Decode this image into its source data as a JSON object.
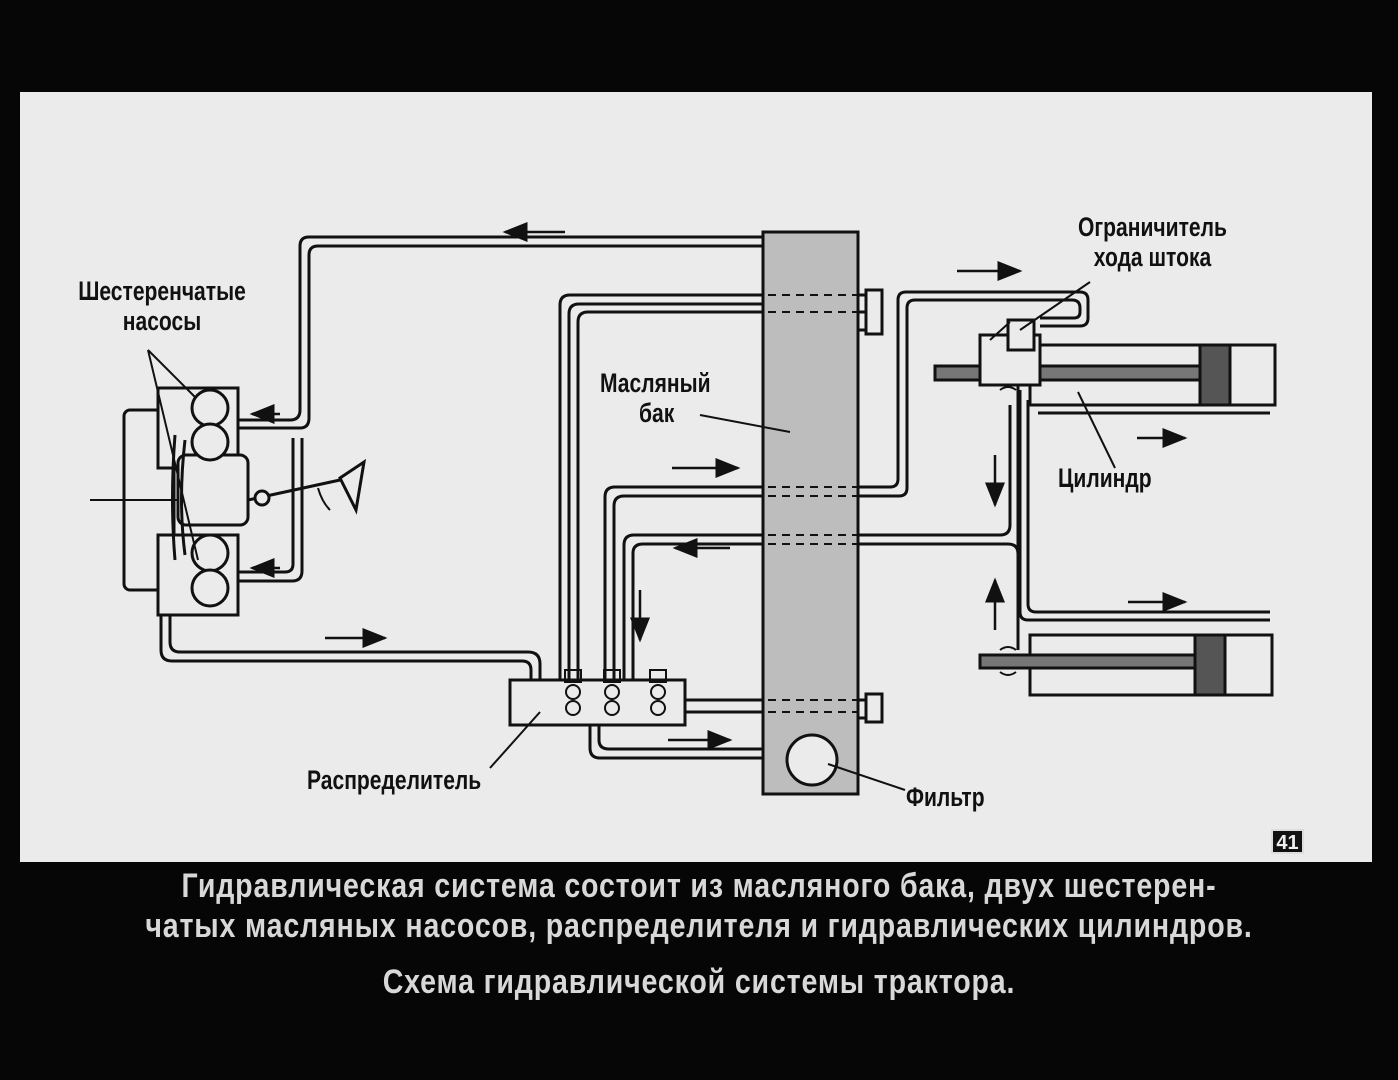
{
  "labels": {
    "gear_pumps": [
      "Шестеренчатые",
      "насосы"
    ],
    "oil_tank": [
      "Масляный",
      "бак"
    ],
    "stroke_limiter": [
      "Ограничитель",
      "хода штока"
    ],
    "cylinder": "Цилиндр",
    "distributor": "Распределитель",
    "filter": "Фильтр"
  },
  "slide_number": "41",
  "caption": {
    "line1": "Гидравлическая система состоит из масляного бака, двух шестерен-",
    "line2": "чатых масляных насосов, распределителя и гидравлических цилиндров.",
    "subtitle": "Схема гидравлической системы трактора."
  },
  "colors": {
    "page_background": "#060606",
    "panel": "#ebebeb",
    "tank_fill": "#bdbdbd",
    "line": "#111111",
    "caption_text": "#d8d8d8"
  }
}
